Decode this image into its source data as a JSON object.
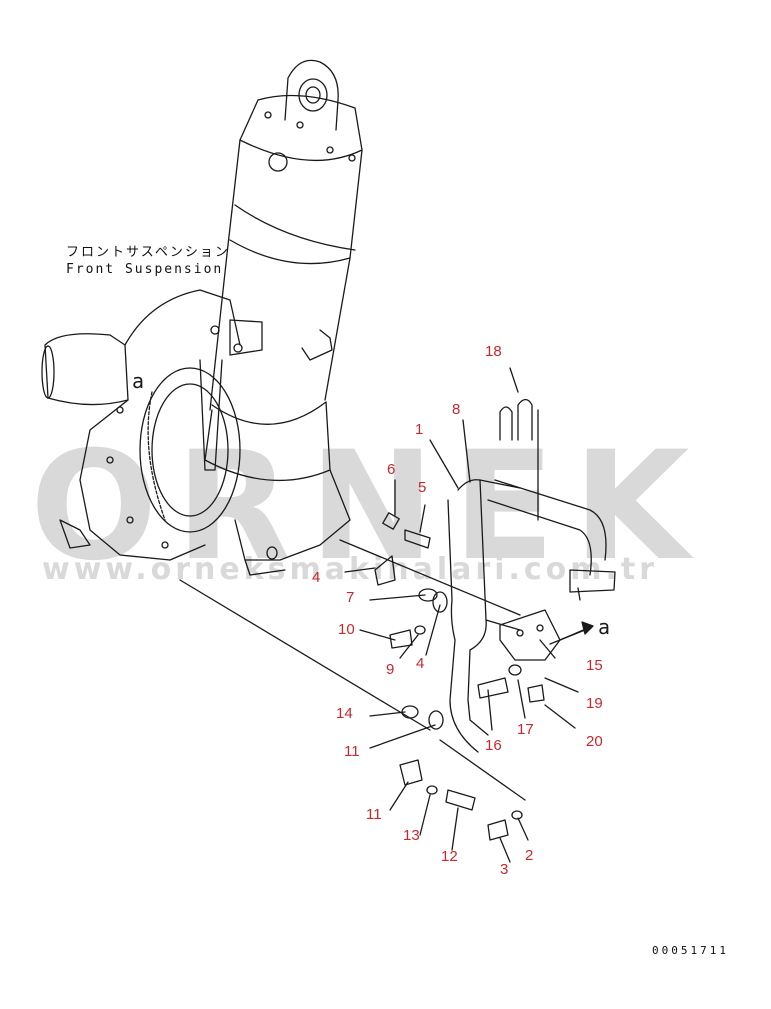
{
  "caption": {
    "jp": "フロントサスペンション",
    "en": "Front Suspension"
  },
  "watermark": {
    "brand": "ORNEK",
    "url": "www.orneksmakinalari.com.tr"
  },
  "document_number": "00051711",
  "view_marker": "a",
  "callouts": [
    {
      "id": "18",
      "label": "18"
    },
    {
      "id": "8",
      "label": "8"
    },
    {
      "id": "1",
      "label": "1"
    },
    {
      "id": "6",
      "label": "6"
    },
    {
      "id": "5",
      "label": "5"
    },
    {
      "id": "4a",
      "label": "4"
    },
    {
      "id": "7",
      "label": "7"
    },
    {
      "id": "10",
      "label": "10"
    },
    {
      "id": "9",
      "label": "9"
    },
    {
      "id": "4b",
      "label": "4"
    },
    {
      "id": "15",
      "label": "15"
    },
    {
      "id": "19",
      "label": "19"
    },
    {
      "id": "17",
      "label": "17"
    },
    {
      "id": "20",
      "label": "20"
    },
    {
      "id": "16",
      "label": "16"
    },
    {
      "id": "14",
      "label": "14"
    },
    {
      "id": "11a",
      "label": "11"
    },
    {
      "id": "11b",
      "label": "11"
    },
    {
      "id": "13",
      "label": "13"
    },
    {
      "id": "12",
      "label": "12"
    },
    {
      "id": "3",
      "label": "3"
    },
    {
      "id": "2",
      "label": "2"
    }
  ],
  "colors": {
    "callout": "#c8282d",
    "line": "#1a1a1a",
    "watermark": "#d9d9d9"
  }
}
